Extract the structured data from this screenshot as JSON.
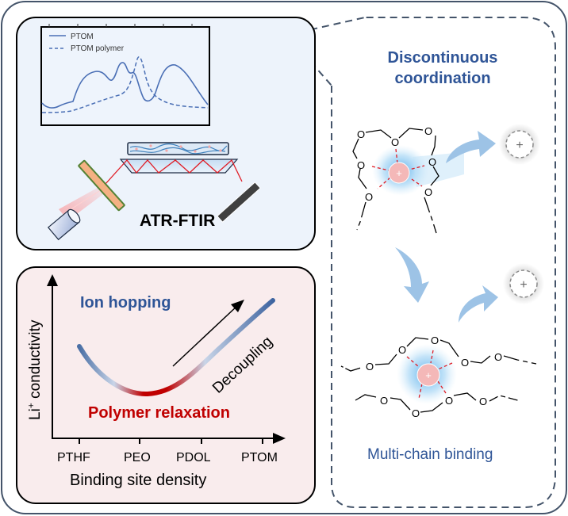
{
  "panels": {
    "ftir": {
      "technique_label": "ATR-FTIR",
      "spectrum": {
        "legend": [
          {
            "label": "PTOM",
            "style": "solid"
          },
          {
            "label": "PTOM polymer",
            "style": "dashed"
          }
        ]
      }
    },
    "conductivity": {
      "y_axis_label": "Li+ conductivity",
      "y_axis_label_main": "Li",
      "y_axis_label_sup": "+",
      "y_axis_label_rest": " conductivity",
      "x_axis_label": "Binding site density",
      "x_ticks": [
        "PTHF",
        "PEO",
        "PDOL",
        "PTOM"
      ],
      "annotations": {
        "top": "Ion hopping",
        "bottom": "Polymer relaxation",
        "trend": "Decoupling"
      }
    },
    "mechanism": {
      "title_line1": "Discontinuous",
      "title_line2": "coordination",
      "bottom_label": "Multi-chain binding",
      "atom_label": "O",
      "cation_symbol": "+"
    }
  },
  "colors": {
    "blue_text": "#2f5597",
    "red_text": "#c00000",
    "ftir_bg": "#edf3fb",
    "chart_bg": "#f9eced",
    "dashed_border": "#44546a",
    "arrow_blue": "#9dc3e6",
    "cation_pink": "#f4b8b8"
  }
}
